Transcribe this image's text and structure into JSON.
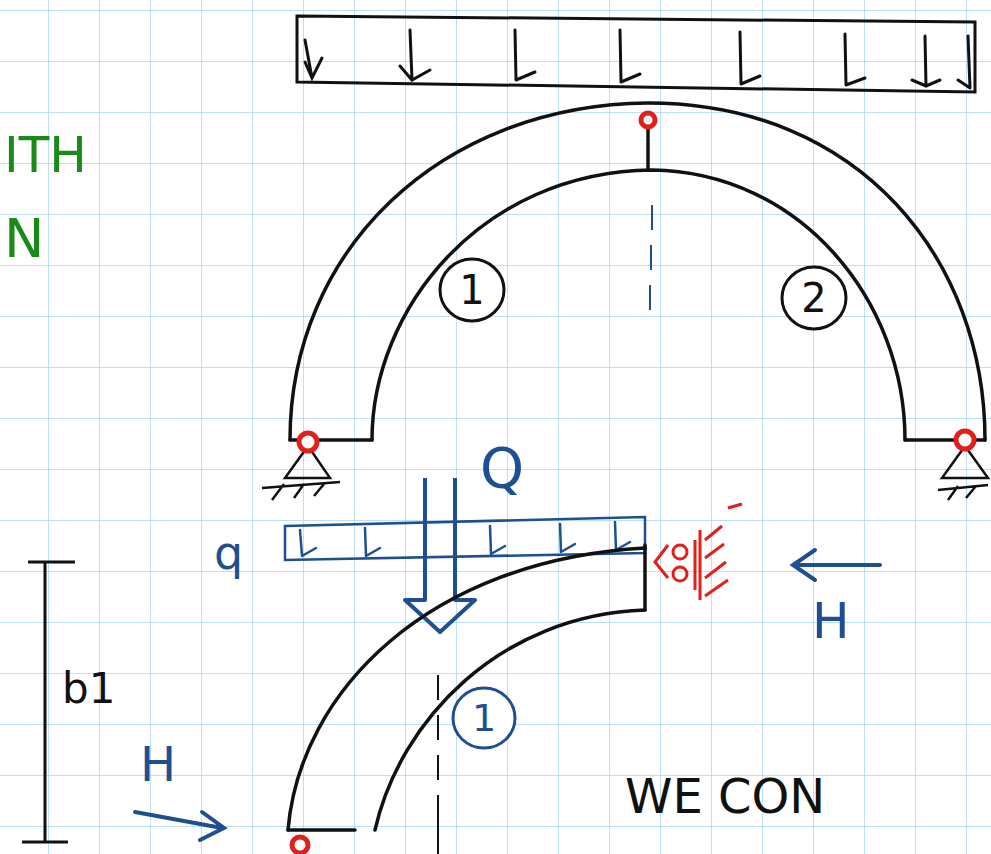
{
  "diagram": {
    "nodes": [
      {
        "text": [
          "1"
        ]
      },
      {
        "text": [
          "2"
        ]
      },
      {
        "text": [
          "1"
        ]
      }
    ],
    "labels": [
      "ITH",
      "N",
      "Q",
      "q",
      "H",
      "H",
      "b1",
      "WE CON"
    ]
  }
}
